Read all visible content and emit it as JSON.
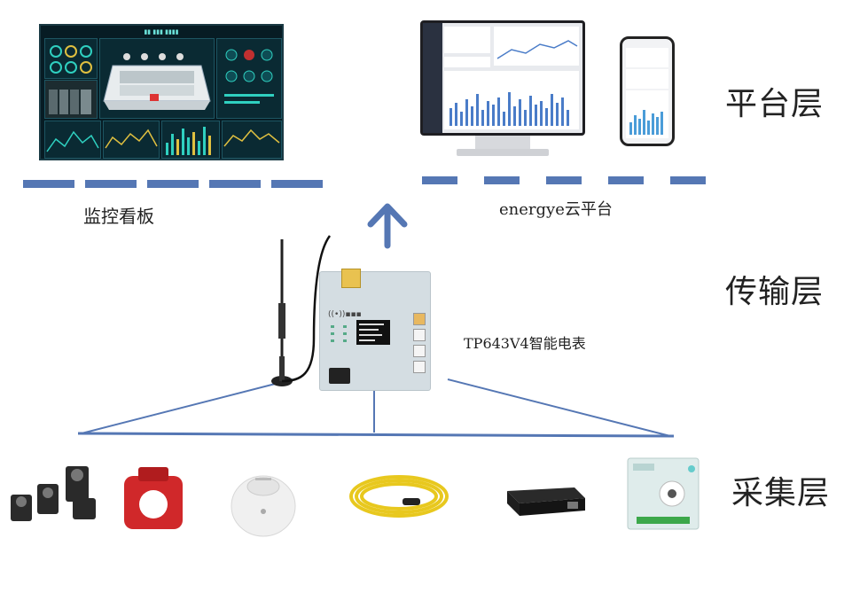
{
  "layers": {
    "platform": "平台层",
    "transmission": "传输层",
    "collection": "采集层"
  },
  "captions": {
    "dashboard": "监控看板",
    "cloud": "energye云平台",
    "meter": "TP643V4智能电表"
  },
  "colors": {
    "connector_line": "#5577b4",
    "arrow": "#5577b4"
  },
  "devices": [
    "current-clamp-sensors-icon",
    "red-current-transformer-icon",
    "smoke-detector-icon",
    "water-leak-cable-icon",
    "power-strip-module-icon",
    "sensor-box-icon"
  ]
}
